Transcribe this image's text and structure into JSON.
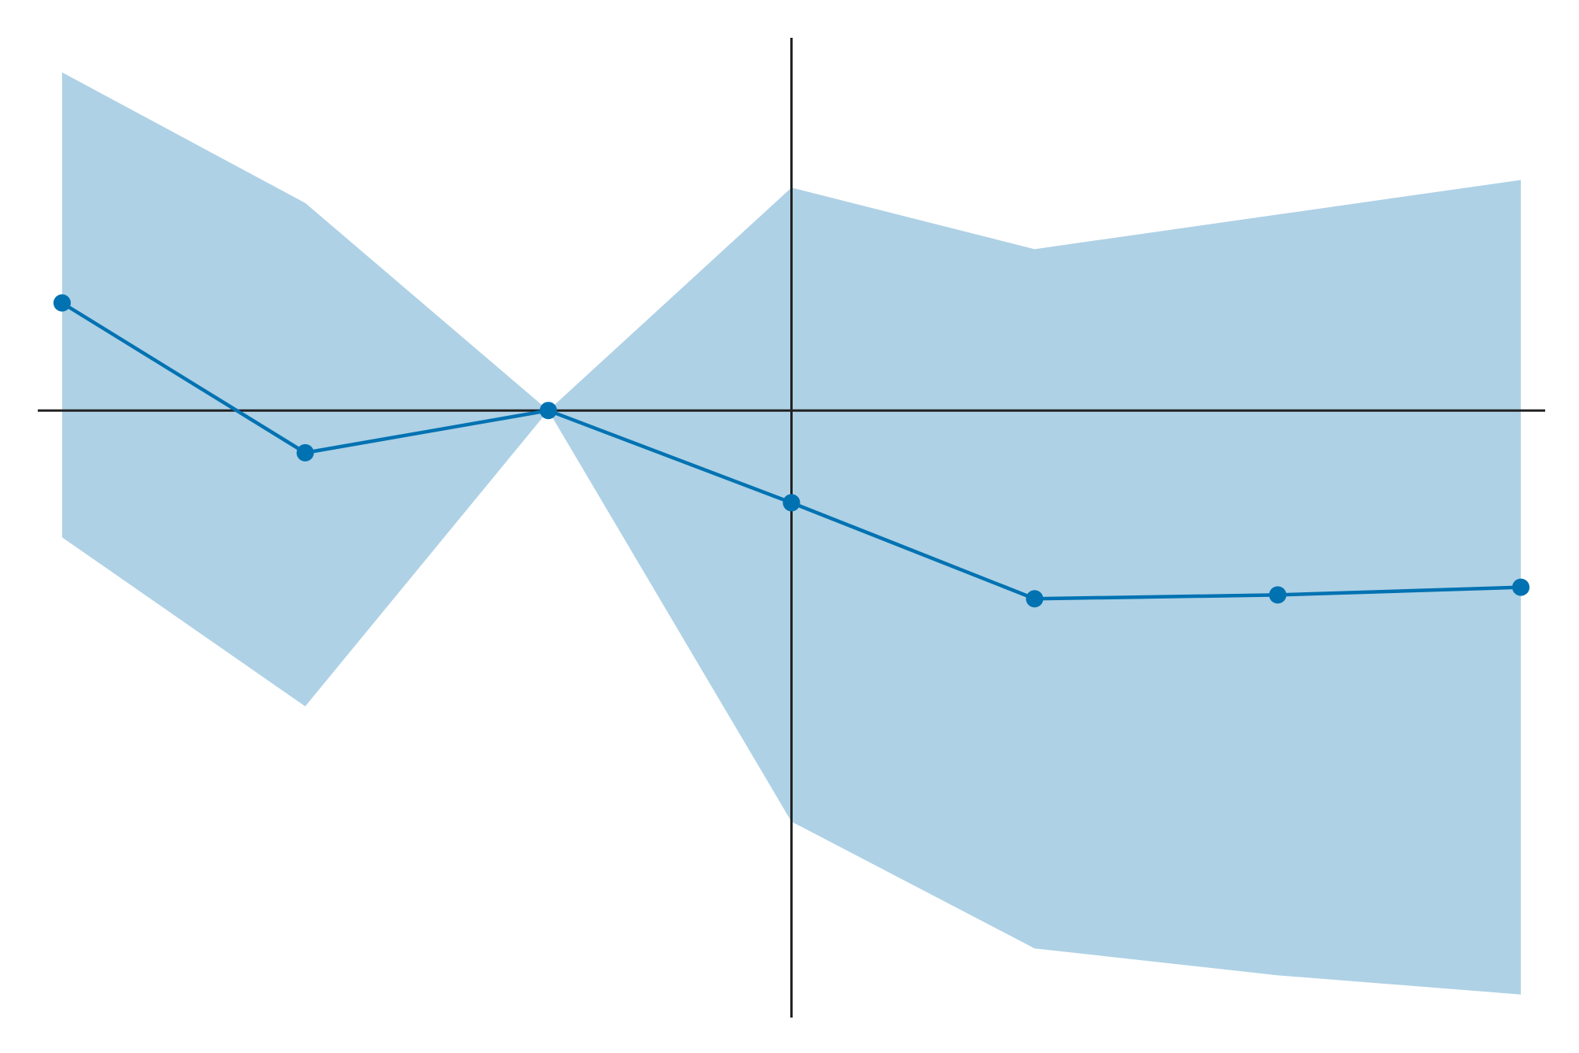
{
  "chart_data": {
    "type": "line",
    "x": [
      -3,
      -2,
      -1,
      0,
      1,
      2,
      3
    ],
    "series": [
      {
        "values": [
          0.28,
          -0.11,
          0.0,
          -0.24,
          -0.49,
          -0.48,
          -0.46
        ],
        "ci_upper": [
          0.88,
          0.54,
          0.0,
          0.58,
          0.42,
          0.51,
          0.6
        ],
        "ci_lower": [
          -0.33,
          -0.77,
          0.0,
          -1.07,
          -1.4,
          -1.47,
          -1.52
        ]
      }
    ],
    "xlim": [
      -3.1,
      3.1
    ],
    "ylim": [
      -1.58,
      0.97
    ],
    "reference_lines": {
      "horizontal": 0,
      "vertical": 0
    },
    "colors": {
      "line": "#0072b2",
      "band": "#aed1e5",
      "reference": "#222222"
    },
    "grid": false,
    "legend": "none"
  }
}
